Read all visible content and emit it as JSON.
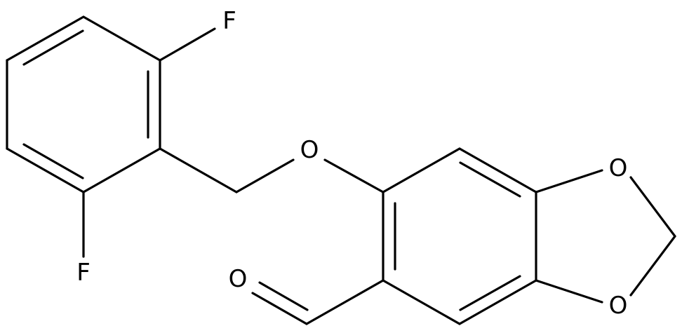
{
  "molecule": {
    "atoms": {
      "fluorine_top": "F",
      "fluorine_bottom": "F",
      "ether_oxygen": "O",
      "carbonyl_oxygen": "O",
      "dioxole_oxygen_top": "O",
      "dioxole_oxygen_bottom": "O"
    },
    "colors": {
      "bond": "#000000",
      "label": "#000000",
      "background": "#ffffff"
    }
  }
}
